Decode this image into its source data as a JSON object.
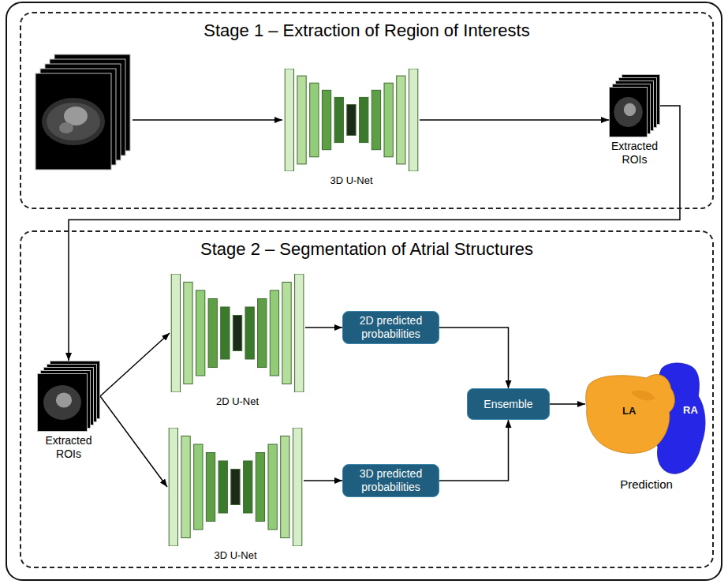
{
  "diagram": {
    "nodes": [
      {
        "text": [
          "Stage 1 – Extraction of Region of Interests"
        ]
      },
      {
        "text": [
          "3D U-Net"
        ],
        "in": 0
      },
      {
        "text": [
          "Extracted ROIs"
        ],
        "in": 0
      },
      {
        "text": [
          "Stage 2 – Segmentation of Atrial Structures"
        ]
      },
      {
        "text": [
          "Extracted ROIs"
        ],
        "in": 3
      },
      {
        "text": [
          "2D U-Net"
        ],
        "in": 3
      },
      {
        "text": [
          "2D predicted probabilities"
        ],
        "in": 3
      },
      {
        "text": [
          "3D U-Net"
        ],
        "in": 3
      },
      {
        "text": [
          "3D predicted probabilities"
        ],
        "in": 3
      },
      {
        "text": [
          "Ensemble"
        ],
        "in": 3
      },
      {
        "text": [
          "Prediction"
        ],
        "in": 3
      }
    ],
    "edges": [
      {
        "from": 1,
        "to": 2,
        "arrow": "to"
      },
      {
        "from": 2,
        "to": 4,
        "arrow": "to"
      },
      {
        "from": 4,
        "to": 5,
        "arrow": "to"
      },
      {
        "from": 4,
        "to": 7,
        "arrow": "to"
      },
      {
        "from": 5,
        "to": 6,
        "arrow": "to"
      },
      {
        "from": 7,
        "to": 8,
        "arrow": "to"
      },
      {
        "from": 6,
        "to": 9,
        "arrow": "to"
      },
      {
        "from": 8,
        "to": 9,
        "arrow": "to"
      },
      {
        "from": 9,
        "to": 10,
        "arrow": "to"
      }
    ],
    "labels": [
      "LA",
      "RA"
    ]
  }
}
